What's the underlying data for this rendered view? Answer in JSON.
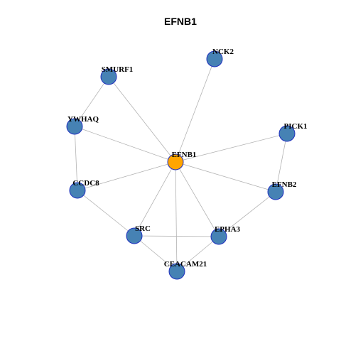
{
  "title": "EFNB1",
  "colors": {
    "center_node": "#ffa500",
    "node": "#4682b4",
    "node_border": "#1f2fbf",
    "edge": "#b3b3b3"
  },
  "nodes": [
    {
      "id": "EFNB1",
      "label": "EFNB1",
      "center": true
    },
    {
      "id": "NCK2",
      "label": "NCK2",
      "center": false
    },
    {
      "id": "SMURF1",
      "label": "SMURF1",
      "center": false
    },
    {
      "id": "YWHAQ",
      "label": "YWHAQ",
      "center": false
    },
    {
      "id": "PICK1",
      "label": "PICK1",
      "center": false
    },
    {
      "id": "CCDC8",
      "label": "CCDC8",
      "center": false
    },
    {
      "id": "EFNB2",
      "label": "EFNB2",
      "center": false
    },
    {
      "id": "SRC",
      "label": "SRC",
      "center": false
    },
    {
      "id": "EPHA3",
      "label": "EPHA3",
      "center": false
    },
    {
      "id": "CEACAM21",
      "label": "CEACAM21",
      "center": false
    }
  ],
  "edges": [
    [
      "EFNB1",
      "NCK2"
    ],
    [
      "EFNB1",
      "SMURF1"
    ],
    [
      "EFNB1",
      "YWHAQ"
    ],
    [
      "EFNB1",
      "PICK1"
    ],
    [
      "EFNB1",
      "CCDC8"
    ],
    [
      "EFNB1",
      "EFNB2"
    ],
    [
      "EFNB1",
      "SRC"
    ],
    [
      "EFNB1",
      "EPHA3"
    ],
    [
      "EFNB1",
      "CEACAM21"
    ],
    [
      "SMURF1",
      "YWHAQ"
    ],
    [
      "YWHAQ",
      "CCDC8"
    ],
    [
      "CCDC8",
      "SRC"
    ],
    [
      "PICK1",
      "EFNB2"
    ],
    [
      "EFNB2",
      "EPHA3"
    ],
    [
      "SRC",
      "EPHA3"
    ],
    [
      "SRC",
      "CEACAM21"
    ],
    [
      "EPHA3",
      "CEACAM21"
    ]
  ]
}
